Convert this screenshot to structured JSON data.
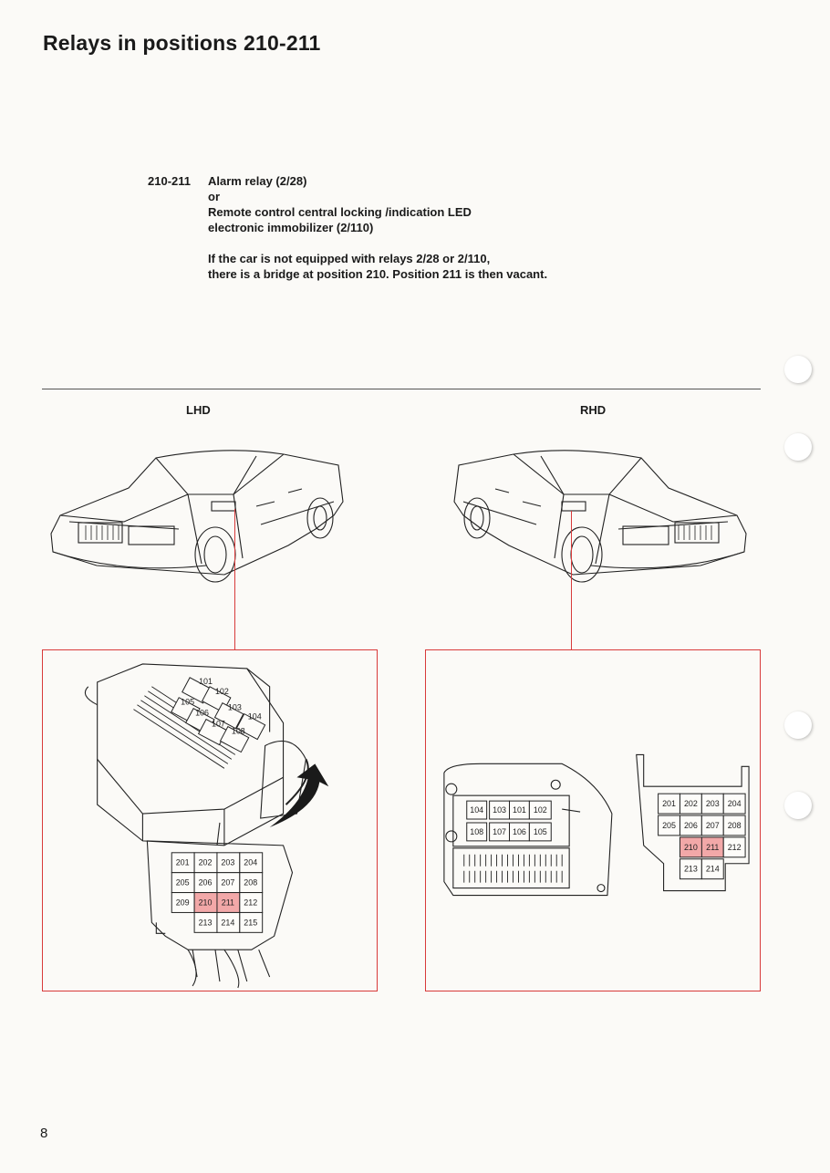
{
  "page": {
    "title": "Relays in positions 210-211",
    "page_number": "8"
  },
  "entry": {
    "code": "210-211",
    "lines": [
      "Alarm relay (2/28)",
      "or",
      "Remote control central locking /indication LED",
      "electronic immobilizer  (2/110)"
    ],
    "note_lines": [
      "If the car is not equipped with relays 2/28 or 2/110,",
      "there is a bridge at position 210. Position 211 is then vacant."
    ]
  },
  "figures": {
    "lhd_label": "LHD",
    "rhd_label": "RHD",
    "highlight_color": "#f2a8a8",
    "frame_color": "#d83a3a",
    "lhd_upper_relays": [
      "101",
      "102",
      "105",
      "103",
      "106",
      "104",
      "107",
      "108"
    ],
    "lhd_relay_rows": [
      [
        "201",
        "202",
        "203",
        "204"
      ],
      [
        "205",
        "206",
        "207",
        "208"
      ],
      [
        "209",
        "210",
        "211",
        "212"
      ],
      [
        "213",
        "214",
        "215"
      ]
    ],
    "rhd_upper_row1": [
      "104",
      "103",
      "101",
      "102"
    ],
    "rhd_upper_row2": [
      "108",
      "107",
      "106",
      "105"
    ],
    "rhd_relay_rows": [
      [
        "201",
        "202",
        "203",
        "204"
      ],
      [
        "205",
        "206",
        "207",
        "208"
      ],
      [
        "210",
        "211",
        "212"
      ],
      [
        "213",
        "214"
      ]
    ],
    "highlighted": [
      "210",
      "211"
    ]
  }
}
